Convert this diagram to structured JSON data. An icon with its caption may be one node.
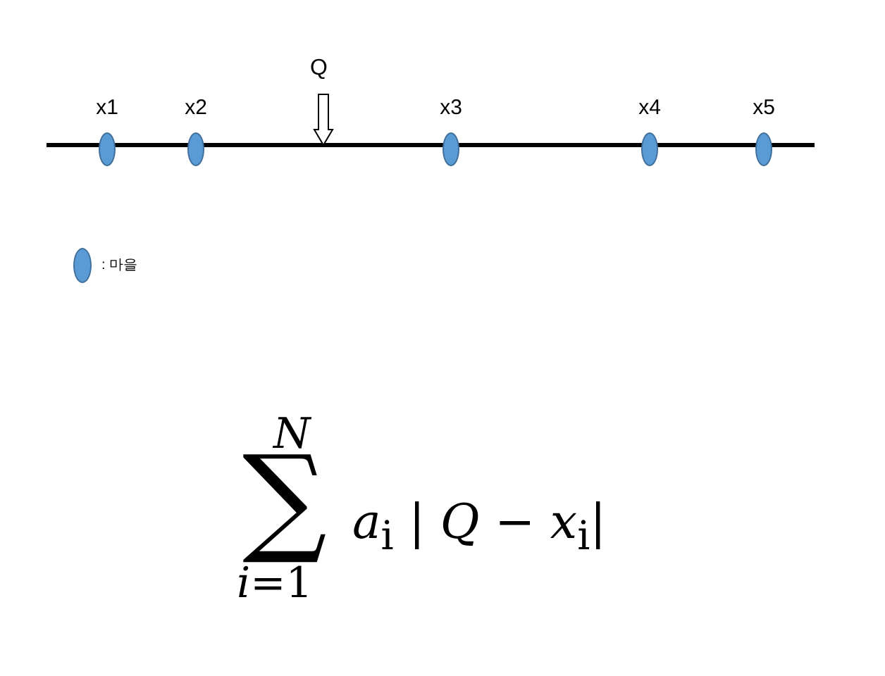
{
  "diagram": {
    "nodes": [
      {
        "text": [
          "x1"
        ]
      },
      {
        "text": [
          "x2"
        ]
      },
      {
        "text": [
          "x3"
        ]
      },
      {
        "text": [
          "x4"
        ]
      },
      {
        "text": [
          "x5"
        ]
      }
    ],
    "labels": [
      "Q",
      "N",
      "∑",
      "*a*$_{i}$ | *Q* − *x*$_{i}$|",
      "*i*=1"
    ],
    "legend": [
      {
        "text": ": 마을",
        "color": "#5b9bd5"
      }
    ]
  }
}
